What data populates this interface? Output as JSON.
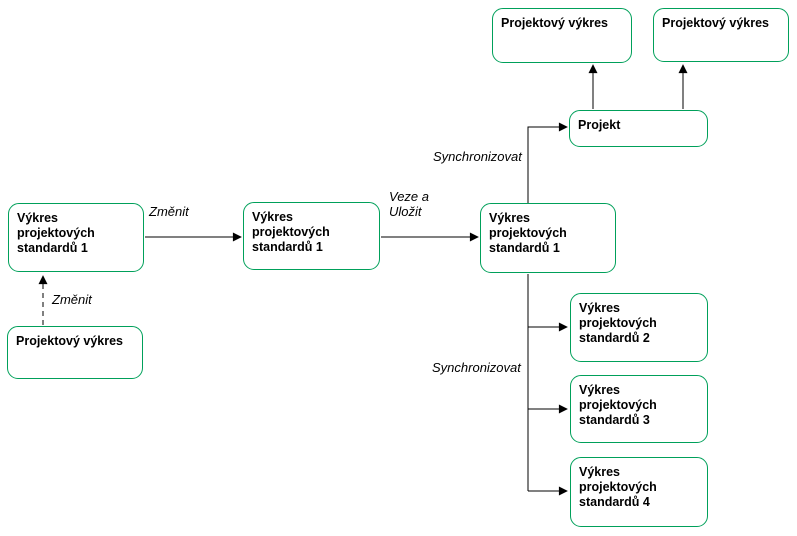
{
  "nodes": [
    {
      "label": "Výkres\nprojektových\nstandardů 1"
    },
    {
      "label": "Projektový výkres"
    },
    {
      "label": "Výkres\nprojektových\nstandardů 1"
    },
    {
      "label": "Výkres\nprojektových\nstandardů 1"
    },
    {
      "label": "Projekt"
    },
    {
      "label": "Projektový výkres"
    },
    {
      "label": "Projektový výkres"
    },
    {
      "label": "Výkres\nprojektových\nstandardů 2"
    },
    {
      "label": "Výkres\nprojektových\nstandardů 3"
    },
    {
      "label": "Výkres\nprojektových\nstandardů 4"
    }
  ],
  "edge_labels": {
    "zmenit_horizontal": "Změnit",
    "zmenit_vertical": "Změnit",
    "veze_a_ulozit": "Veze a\nUložit",
    "synchronizovat_top": "Synchronizovat",
    "synchronizovat_bottom": "Synchronizovat"
  },
  "colors": {
    "node_border": "#00a05a",
    "edge": "#000000",
    "label_text": "#000000",
    "background": "#ffffff"
  }
}
